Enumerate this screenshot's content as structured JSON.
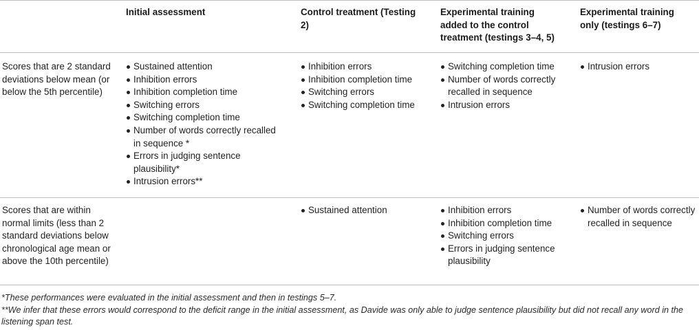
{
  "table": {
    "headers": [
      "",
      "Initial assessment",
      "Control treatment (Testing 2)",
      "Experimental training added to the control treatment (testings 3–4, 5)",
      "Experimental training only (testings 6–7)"
    ],
    "rows": [
      {
        "label": "Scores that are 2 standard deviations below mean (or below the 5th percentile)",
        "cells": [
          [
            "Sustained attention",
            "Inhibition errors",
            "Inhibition completion time",
            "Switching errors",
            "Switching completion time",
            "Number of words correctly recalled in sequence *",
            "Errors in judging sentence plausibility*",
            "Intrusion errors**"
          ],
          [
            "Inhibition errors",
            "Inhibition completion time",
            "Switching errors",
            "Switching completion time"
          ],
          [
            "Switching completion time",
            "Number of words correctly recalled in sequence",
            "Intrusion errors"
          ],
          [
            "Intrusion errors"
          ]
        ]
      },
      {
        "label": "Scores that are within normal limits (less than 2 standard deviations below chronological age mean or above the 10th percentile)",
        "cells": [
          [],
          [
            "Sustained attention"
          ],
          [
            "Inhibition errors",
            "Inhibition completion time",
            "Switching errors",
            "Errors in judging sentence plausibility"
          ],
          [
            "Number of words correctly recalled in sequence"
          ]
        ]
      }
    ]
  },
  "footnotes": [
    "*These performances were evaluated in the initial assessment and then in testings 5–7.",
    "**We infer that these errors would correspond to the deficit range in the initial assessment, as Davide was only able to judge sentence plausibility but did not recall any word in the listening span test."
  ]
}
